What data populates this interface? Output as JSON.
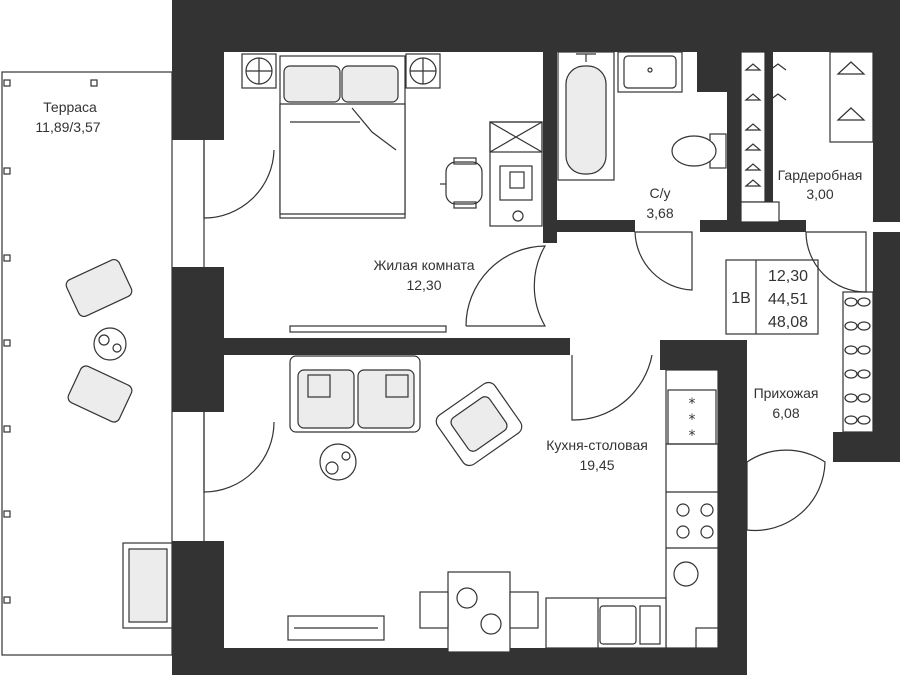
{
  "rooms": {
    "terrace": {
      "name": "Терраса",
      "area": "11,89/3,57"
    },
    "living": {
      "name": "Жилая комната",
      "area": "12,30"
    },
    "bathroom": {
      "name": "С/у",
      "area": "3,68"
    },
    "wardrobe": {
      "name": "Гардеробная",
      "area": "3,00"
    },
    "kitchen": {
      "name": "Кухня-столовая",
      "area": "19,45"
    },
    "hallway": {
      "name": "Прихожая",
      "area": "6,08"
    }
  },
  "summary": {
    "type": "1В",
    "living_area": "12,30",
    "total_area": "44,51",
    "total_with_terrace": "48,08"
  },
  "colors": {
    "wall": "#333333",
    "background": "#ffffff",
    "furniture_fill": "#ececec"
  }
}
